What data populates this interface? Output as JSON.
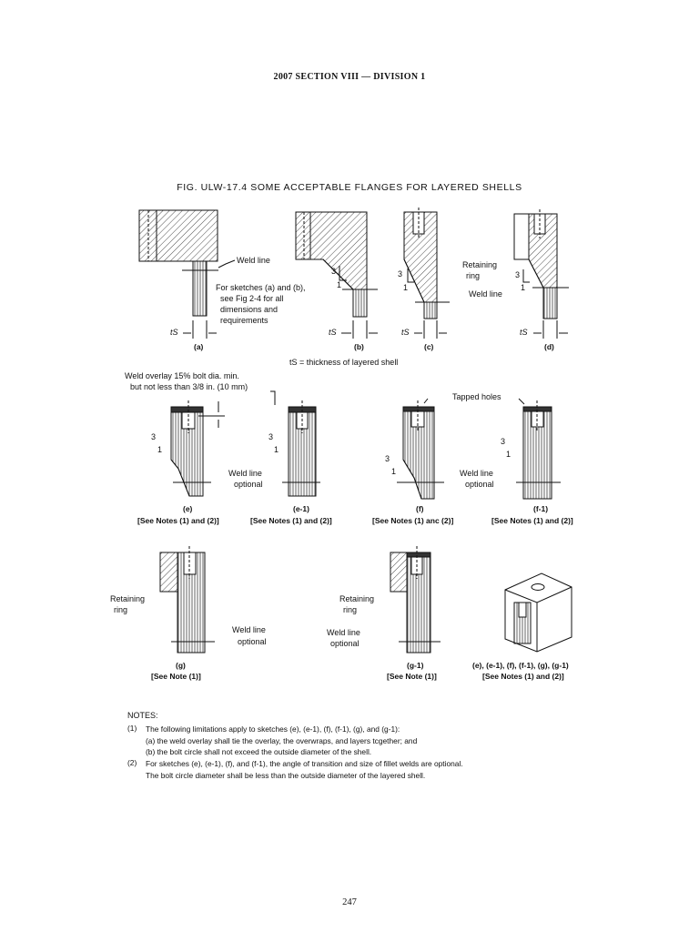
{
  "header": "2007 SECTION VIII — DIVISION 1",
  "figure_title": "FIG. ULW-17.4   SOME ACCEPTABLE FLANGES FOR LAYERED SHELLS",
  "labels": {
    "weld_line": "Weld line",
    "for_sketches": [
      "For sketches (a) and (b),",
      "see Fig 2-4 for all",
      "dimensions and",
      "requirements"
    ],
    "retaining_ring": [
      "Retaining",
      "ring"
    ],
    "ts_symbol": "tS",
    "ts_definition": "tS = thickness of layered shell",
    "weld_overlay": [
      "Weld overlay 15% bolt dia. min.",
      "but not less than 3/8 in. (10 mm)"
    ],
    "tapped_holes": "Tapped holes",
    "weld_line_optional": [
      "Weld line",
      "optional"
    ],
    "slope_3": "3",
    "slope_1": "1"
  },
  "captions": {
    "a": "(a)",
    "b": "(b)",
    "c": "(c)",
    "d": "(d)",
    "e": "(e)",
    "e1": "(e-1)",
    "f": "(f)",
    "f1": "(f-1)",
    "g": "(g)",
    "g1": "(g-1)",
    "iso": "(e), (e-1), (f), (f-1), (g), (g-1)",
    "see_e": "[See Notes (1) and (2)]",
    "see_e1": "[See Notes (1) and (2)]",
    "see_f": "[See Notes (1) anc (2)]",
    "see_f1": "[See Notes (1) and (2)]",
    "see_g": "[See Note (1)]",
    "see_g1": "[See Note (1)]",
    "see_iso": "[See Notes (1) and (2)]"
  },
  "notes": {
    "heading": "NOTES:",
    "n1_num": "(1)",
    "n1": "The following limitations apply to sketches (e), (e-1), (f), (f-1), (g), and (g-1):",
    "n1a": "(a) the weld overlay shall tie the overlay, the overwraps, and layers tcgether; and",
    "n1b": "(b) the bolt circle shall not exceed the outside diameter of the shell.",
    "n2_num": "(2)",
    "n2": "For sketches (e), (e-1), (f), and (f-1), the angle of transition and size of fillet welds are optional.",
    "n2b": "The bolt circle diameter shall be less than the outside diameter of the layered shell."
  },
  "page_number": "247"
}
